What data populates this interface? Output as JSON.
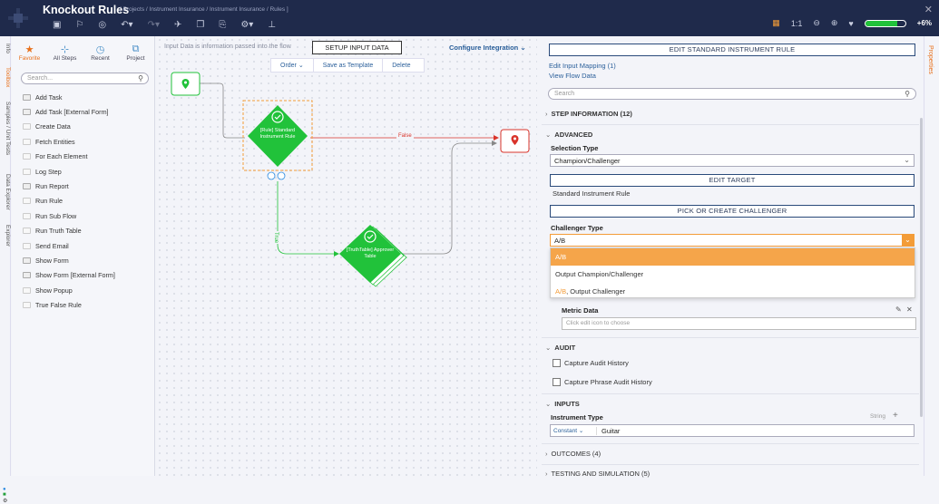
{
  "app": {
    "title": "Knockout Rules",
    "breadcrumb": "[ Projects / Instrument Insurance / Instrument Insurance / Rules ]",
    "health_percent": "+6%"
  },
  "left_tabs": [
    "Info",
    "Toolbox",
    "Samples / Unit Tests",
    "Data Explorer",
    "Explorer"
  ],
  "toolbox": {
    "tabs": [
      {
        "label": "Favorite",
        "icon": "star-icon"
      },
      {
        "label": "All Steps",
        "icon": "all-steps-icon"
      },
      {
        "label": "Recent",
        "icon": "clock-icon"
      },
      {
        "label": "Project",
        "icon": "project-icon"
      }
    ],
    "search_placeholder": "Search...",
    "steps": [
      "Add Task",
      "Add Task [External Form]",
      "Create Data",
      "Fetch Entities",
      "For Each Element",
      "Log Step",
      "Run Report",
      "Run Rule",
      "Run Sub Flow",
      "Run Truth Table",
      "Send Email",
      "Show Form",
      "Show Form [External Form]",
      "Show Popup",
      "True False Rule"
    ]
  },
  "canvas": {
    "input_info": "Input Data is information passed into the flow",
    "setup_button": "SETUP INPUT DATA",
    "configure_integration": "Configure Integration",
    "context_menu": [
      "Order",
      "Save as Template",
      "Delete"
    ],
    "rule_node": "[Rule] Standard Instrument Rule",
    "truth_table_node": "[TruthTable] Approver Table",
    "false_label": "False",
    "true_label": "True"
  },
  "properties": {
    "tab_label": "Properties",
    "edit_rule_button": "EDIT STANDARD INSTRUMENT RULE",
    "edit_input_mapping": "Edit Input Mapping (1)",
    "view_flow_data": "View Flow Data",
    "search_placeholder": "Search",
    "step_information": "STEP INFORMATION (12)",
    "advanced": "ADVANCED",
    "selection_type_label": "Selection Type",
    "selection_type_value": "Champion/Challenger",
    "edit_target_button": "EDIT TARGET",
    "target_name": "Standard Instrument Rule",
    "pick_challenger_button": "PICK OR CREATE CHALLENGER",
    "challenger_type_label": "Challenger Type",
    "challenger_type_value": "A/B",
    "challenger_options": [
      "A/B",
      "Output Champion/Challenger",
      "Output Challenger"
    ],
    "challenger_option3_prefix": "A/B",
    "metric_data_label": "Metric Data",
    "metric_data_placeholder": "Click edit icon to choose",
    "audit": "AUDIT",
    "capture_audit": "Capture Audit History",
    "capture_phrase": "Capture Phrase Audit History",
    "inputs": "INPUTS",
    "instrument_type_label": "Instrument Type",
    "string_label": "String",
    "constant_label": "Constant",
    "instrument_type_value": "Guitar",
    "outcomes": "OUTCOMES (4)",
    "testing": "TESTING AND SIMULATION (5)"
  }
}
